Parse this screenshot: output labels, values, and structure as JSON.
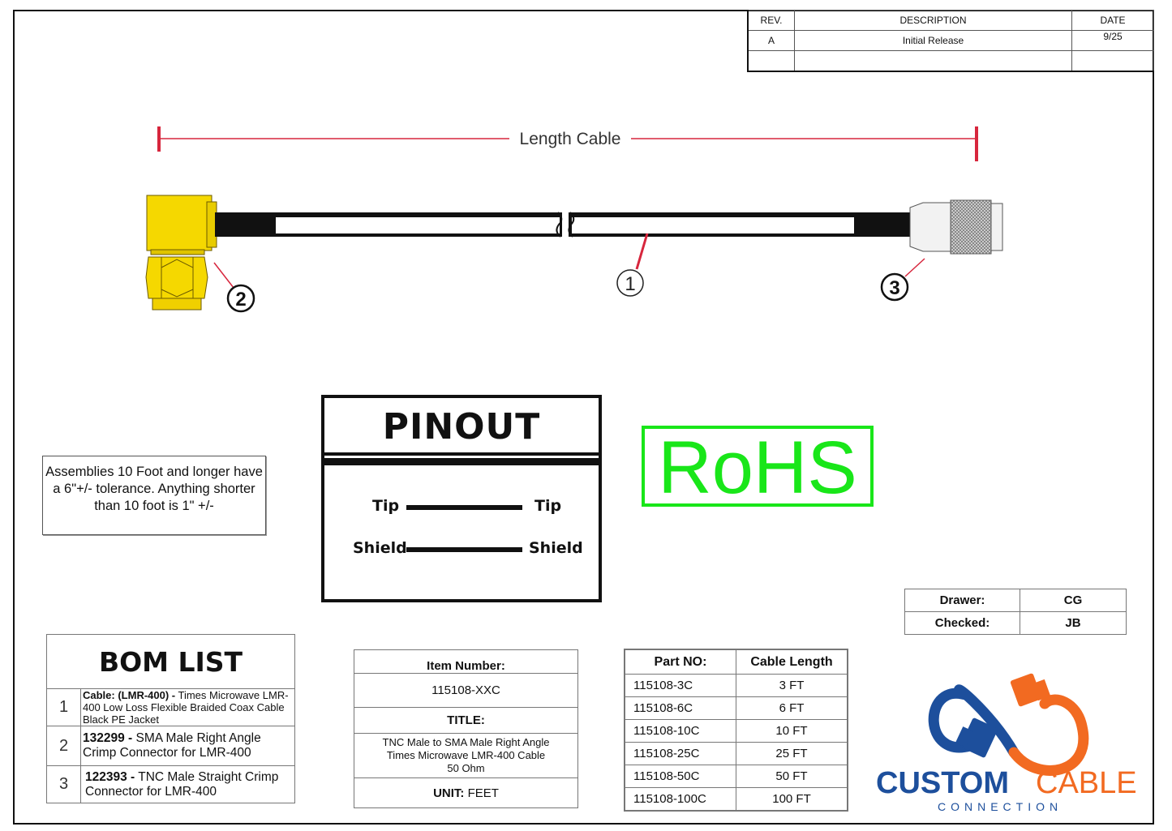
{
  "revision_block": {
    "headers": {
      "rev": "REV.",
      "description": "DESCRIPTION",
      "date": "DATE"
    },
    "rows": [
      {
        "rev": "A",
        "description": "Initial Release",
        "date": "9/25"
      },
      {
        "rev": "",
        "description": "",
        "date": ""
      }
    ]
  },
  "drawing": {
    "dimension_label": "Length Cable",
    "callouts": [
      "1",
      "2",
      "3"
    ],
    "colors": {
      "dimension": "#d7263d",
      "sma_connector": "#f5d800",
      "tnc_connector": "#f2f2f2",
      "cable_jacket": "#111111"
    }
  },
  "tolerance_note": "Assemblies 10 Foot and longer have a 6\"+/- tolerance. Anything shorter than 10 foot is 1\" +/-",
  "pinout": {
    "title": "PINOUT",
    "rows": [
      {
        "left": "Tip",
        "right": "Tip"
      },
      {
        "left": "Shield",
        "right": "Shield"
      }
    ]
  },
  "rohs": {
    "label": "RoHS",
    "color": "#19e619"
  },
  "signoff": [
    {
      "label": "Drawer:",
      "value": "CG"
    },
    {
      "label": "Checked:",
      "value": "JB"
    }
  ],
  "bom": {
    "title": "BOM LIST",
    "items": [
      {
        "num": "1",
        "part": "Cable: (LMR-400) -",
        "desc": " Times Microwave LMR-400 Low Loss Flexible Braided Coax Cable Black PE Jacket"
      },
      {
        "num": "2",
        "part": "132299 -",
        "desc": " SMA Male Right Angle Crimp Connector for LMR-400"
      },
      {
        "num": "3",
        "part": "122393 -",
        "desc": " TNC Male Straight Crimp Connector for LMR-400"
      }
    ]
  },
  "item_info": {
    "item_number_label": "Item Number:",
    "item_number": "115108-XXC",
    "title_label": "TITLE:",
    "title_lines": [
      "TNC Male to SMA Male Right Angle",
      "Times Microwave LMR-400 Cable",
      "50 Ohm"
    ],
    "unit_label": "UNIT:",
    "unit": " FEET"
  },
  "parts": {
    "headers": [
      "Part NO:",
      "Cable Length"
    ],
    "rows": [
      [
        "115108-3C",
        "3 FT"
      ],
      [
        "115108-6C",
        "6 FT"
      ],
      [
        "115108-10C",
        "10 FT"
      ],
      [
        "115108-25C",
        "25 FT"
      ],
      [
        "115108-50C",
        "50 FT"
      ],
      [
        "115108-100C",
        "100 FT"
      ]
    ]
  },
  "logo": {
    "word1": "CUSTOM",
    "word2": "CABLE",
    "tagline": "CONNECTION",
    "colors": {
      "blue": "#1d4f9c",
      "orange": "#f26a21"
    }
  }
}
